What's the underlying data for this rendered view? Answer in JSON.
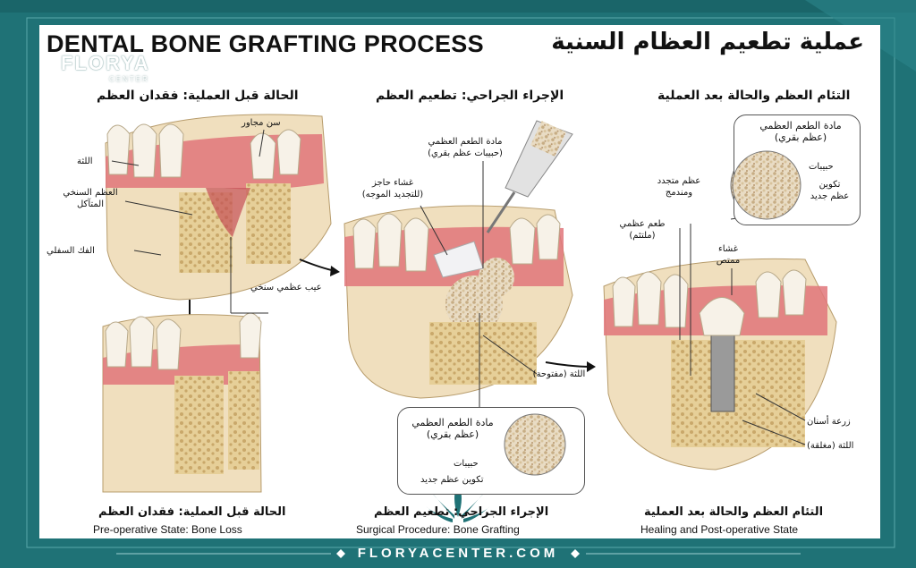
{
  "title": {
    "english": "DENTAL BONE GRAFTING PROCESS",
    "arabic": "عملية تطعيم العظام السنية"
  },
  "brand": {
    "name": "FLORYA",
    "sub": "CENTER",
    "footer": "FLORYACENTER.COM"
  },
  "sections": [
    {
      "header": "الحالة قبل العملية: فقدان العظم",
      "caption_ar": "الحالة قبل العملية: فقدان العظم",
      "caption_en": "Pre-operative State: Bone Loss",
      "labels": {
        "adjacent_tooth": "سن مجاور",
        "gum": "اللثة",
        "eroded_bone": "العظم السنخي المتآكل",
        "lower_jaw": "الفك السفلي",
        "bone_defect": "عيب عظمي سنخي"
      }
    },
    {
      "header": "الإجراء الجراحي: تطعيم العظم",
      "caption_ar": "الإجراء الجراحي: تطعيم العظم",
      "caption_en": "Surgical Procedure: Bone Grafting",
      "labels": {
        "graft_material": "مادة الطعم العظمي (حبيبات عظم بقري)",
        "barrier_membrane": "غشاء حاجز (للتجديد الموجه)",
        "gum_open": "اللثة (مفتوحة)",
        "callout_title": "مادة الطعم العظمي (عظم بقري)",
        "granules": "حبيبات",
        "new_bone": "تكوين عظم جديد"
      }
    },
    {
      "header": "التئام العظم والحالة بعد العملية",
      "caption_ar": "التئام العظم والحالة بعد العملية",
      "caption_en": "Healing and Post-operative State",
      "labels": {
        "callout_title": "مادة الطعم العظمي (عظم بقري)",
        "granules": "حبيبات",
        "new_bone": "تكوين عظم جديد",
        "regenerated_bone": "عظم متجدد ومندمج",
        "healed_graft": "طعم عظمي (ملتئم)",
        "resorbable_membrane": "غشاء ممتص",
        "implant": "زرعة أسنان",
        "gum_closed": "اللثة (مغلقة)"
      }
    }
  ],
  "colors": {
    "frame": "#1f7276",
    "bone": "#e9d3a3",
    "gum": "#e0757a",
    "tooth": "#f7f2e8"
  }
}
